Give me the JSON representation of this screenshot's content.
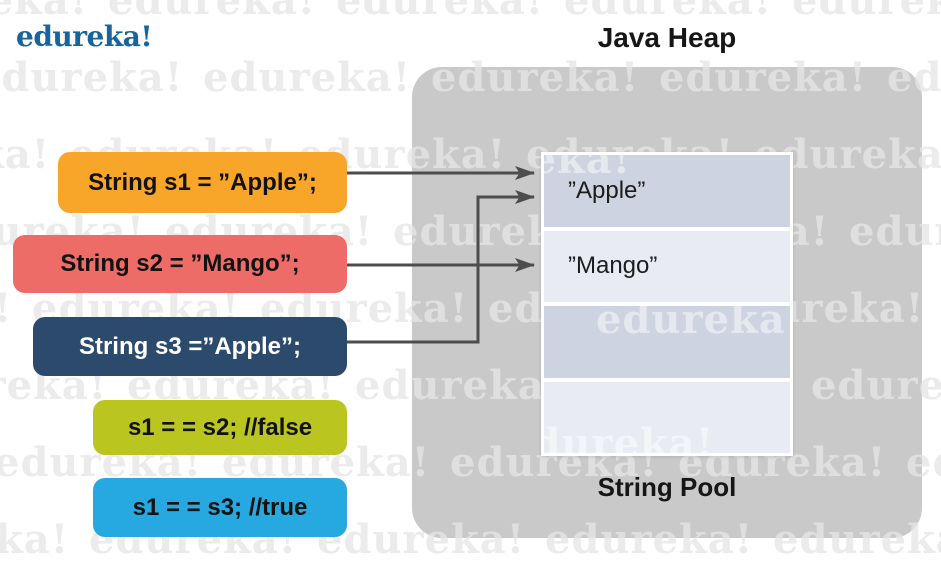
{
  "logo": {
    "text": "edureka!",
    "color": "#17659C"
  },
  "heap": {
    "title": "Java Heap",
    "pool_label": "String Pool",
    "bg": "#C9C9C9"
  },
  "pool": {
    "rows": [
      {
        "label": "”Apple”",
        "bg": "#CDD3E0"
      },
      {
        "label": "”Mango”",
        "bg": "#E8EBF2"
      },
      {
        "label": "",
        "bg": "#CDD3E0"
      },
      {
        "label": "",
        "bg": "#E8EBF2"
      }
    ]
  },
  "statements": [
    {
      "text": "String s1 = ”Apple”;",
      "bg": "#F8A62A",
      "fg": "#121212"
    },
    {
      "text": "String s2 = ”Mango”;",
      "bg": "#ED6C67",
      "fg": "#121212"
    },
    {
      "text": "String s3 =”Apple”;",
      "bg": "#2C4A6C",
      "fg": "#FFFFFF"
    },
    {
      "text": "s1 = = s2; //false",
      "bg": "#BBC51F",
      "fg": "#121212"
    },
    {
      "text": "s1 = = s3; //true",
      "bg": "#25A9E0",
      "fg": "#121212"
    }
  ],
  "arrows": [
    {
      "from": "statement-s1",
      "to": "pool-row-apple"
    },
    {
      "from": "statement-s2",
      "to": "pool-row-mango"
    },
    {
      "from": "statement-s3",
      "to": "pool-row-apple"
    }
  ],
  "watermark": {
    "text": "edureka!"
  },
  "colors": {
    "arrow": "#4D4D4D"
  }
}
